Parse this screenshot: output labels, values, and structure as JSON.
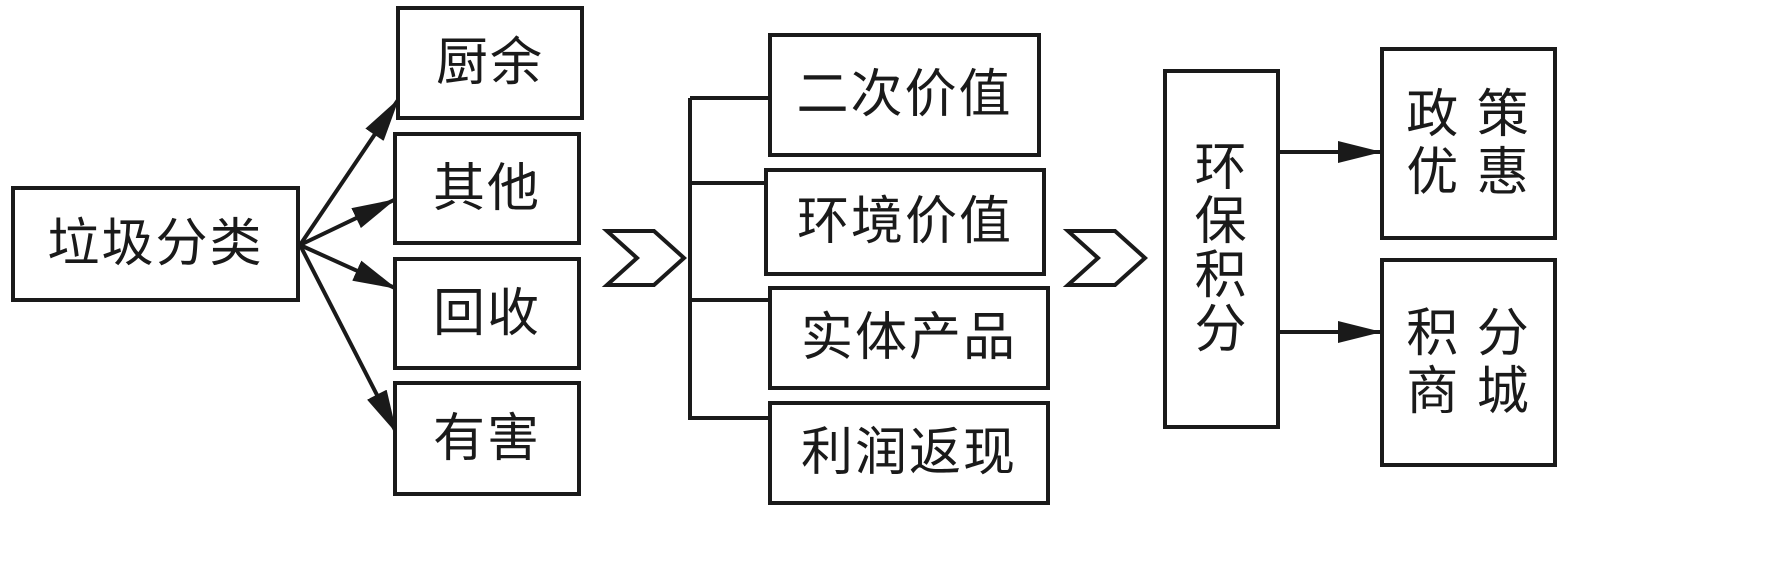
{
  "diagram": {
    "source": {
      "label": "垃圾分类"
    },
    "categories": [
      {
        "label": "厨余"
      },
      {
        "label": "其他"
      },
      {
        "label": "回收"
      },
      {
        "label": "有害"
      }
    ],
    "values": [
      {
        "label": "二次价值"
      },
      {
        "label": "环境价值"
      },
      {
        "label": "实体产品"
      },
      {
        "label": "利润返现"
      }
    ],
    "points": {
      "chars": [
        "环",
        "保",
        "积",
        "分"
      ]
    },
    "outcomes": [
      {
        "chars": [
          "政",
          "策",
          "优",
          "惠"
        ]
      },
      {
        "chars": [
          "积",
          "分",
          "商",
          "城"
        ]
      }
    ],
    "colors": {
      "stroke": "#1a1a1a",
      "background": "#ffffff"
    }
  }
}
